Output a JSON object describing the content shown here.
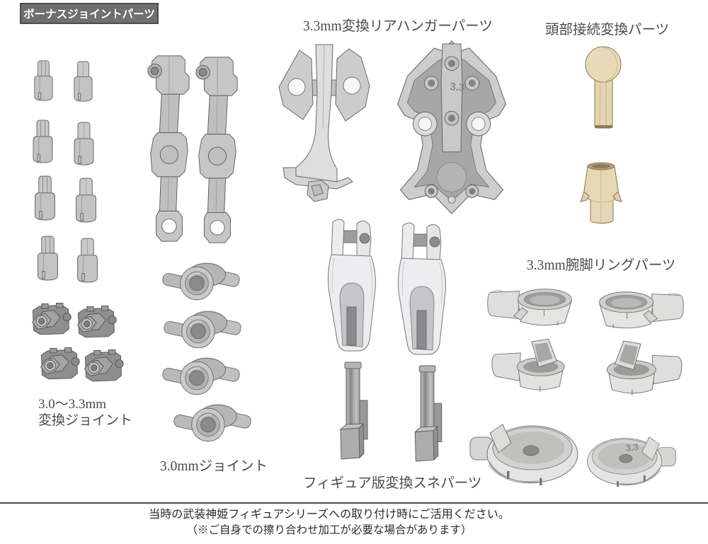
{
  "badge": {
    "label": "ボーナスジョイントパーツ"
  },
  "section_labels": {
    "rear_hanger": "3.3mm変換リアハンガーパーツ",
    "head_connect": "頭部接続変換パーツ",
    "arm_leg_ring": "3.3mm腕脚リングパーツ",
    "convert_joint_line1": "3.0～3.3mm",
    "convert_joint_line2": "変換ジョイント",
    "joint_30": "3.0mmジョイント",
    "figure_shin": "フィギュア版変換スネパーツ"
  },
  "molded_marks": {
    "rear_hanger_mark": "3.3",
    "ring_disc_mark": "3.3"
  },
  "footer": {
    "line1": "当時の武装神姫フィギュアシリーズへの取り付け時にご活用ください。",
    "line2": "（※ご自身での擦り合わせ加工が必要な場合があります）"
  },
  "colors": {
    "background": "#FFFFFF",
    "badge_bg": "#6F6F6F",
    "badge_border": "#4C4C4C",
    "badge_text": "#FFFFFF",
    "label_text": "#4A4A4A",
    "divider": "#4A4A4A",
    "part_gray_light": "#C9C9C9",
    "part_gray_dark": "#8F8F8F",
    "part_white": "#EDEDEF",
    "part_beige": "#E6D7B5"
  }
}
